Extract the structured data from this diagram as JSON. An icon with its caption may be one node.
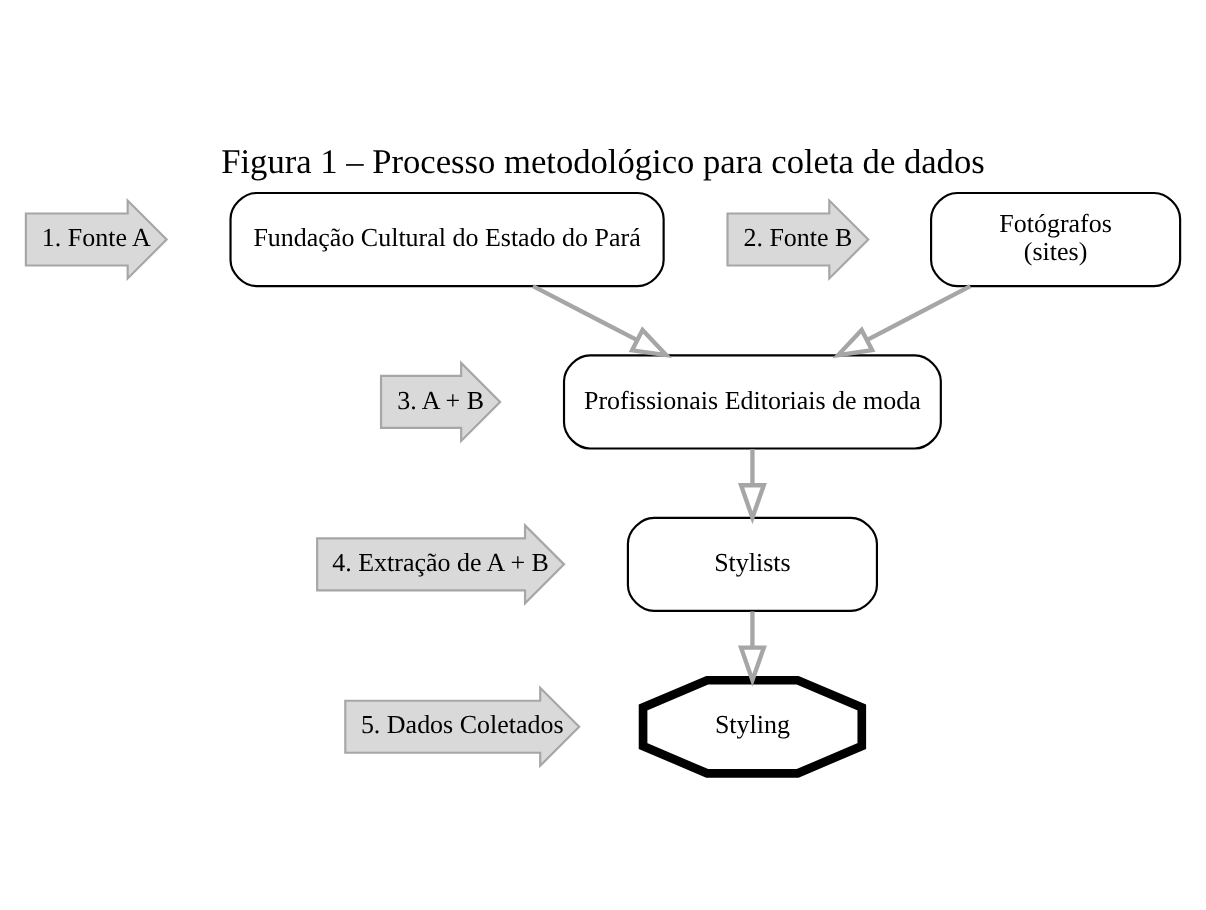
{
  "diagram": {
    "title": "Figura 1 – Processo metodológico para coleta de dados",
    "nodes": [
      {
        "text": [
          "1. Fonte A"
        ]
      },
      {
        "text": [
          "Fundação Cultural do Estado do Pará"
        ]
      },
      {
        "text": [
          "2. Fonte B"
        ]
      },
      {
        "text": [
          "Fotógrafos",
          "(sites)"
        ]
      },
      {
        "text": [
          "3. A + B"
        ]
      },
      {
        "text": [
          "Profissionais Editoriais de moda"
        ]
      },
      {
        "text": [
          "4. Extração de A + B"
        ]
      },
      {
        "text": [
          "Stylists"
        ]
      },
      {
        "text": [
          "5. Dados Coletados"
        ]
      },
      {
        "text": [
          "Styling"
        ]
      }
    ],
    "edges": [
      {
        "from": 1,
        "to": 5,
        "arrow": "to"
      },
      {
        "from": 3,
        "to": 5,
        "arrow": "to"
      },
      {
        "from": 5,
        "to": 7,
        "arrow": "to"
      },
      {
        "from": 7,
        "to": 9,
        "arrow": "to"
      }
    ]
  }
}
